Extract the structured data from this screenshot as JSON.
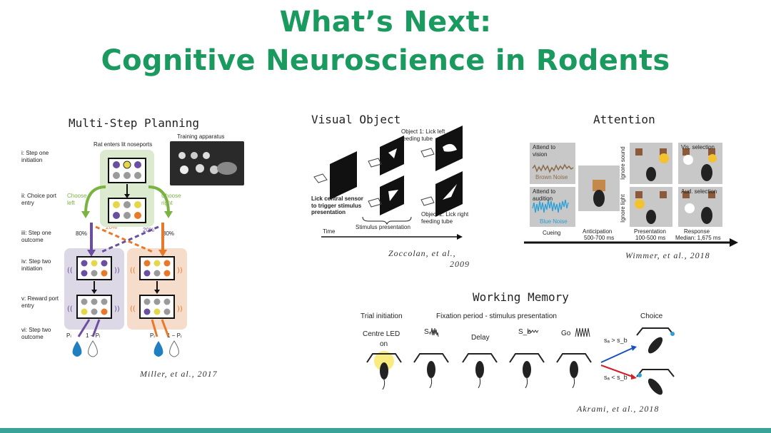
{
  "slide": {
    "title_line1": "What’s Next:",
    "title_line2": "Cognitive Neuroscience in Rodents"
  },
  "colors": {
    "title": "#1a9a5f",
    "bottom_bar": "#3aa398",
    "choose_left": "#7bb342",
    "purple": "#6a4fa0",
    "orange": "#e8792a",
    "blue_noise": "#2aa0d8"
  },
  "multistep": {
    "heading": "Multi-Step Planning",
    "training_label": "Training apparatus",
    "rat_enters": "Rat enters lit noseports",
    "steps": [
      "i: Step one initiation",
      "ii: Choice port entry",
      "iii: Step one outcome",
      "iv: Step two initiation",
      "v: Reward port entry",
      "vi: Step two outcome"
    ],
    "choose_left": "Choose left",
    "choose_right": "Choose right",
    "p80_left": "80%",
    "p20_left": "20%",
    "p20_right": "20%",
    "p80_right": "80%",
    "pl": "Pₗ",
    "one_minus_pl": "1 − Pₗ",
    "pr": "Pᵣ",
    "one_minus_pr": "1 − Pᵣ",
    "citation": "Miller, et al., 2017"
  },
  "visual": {
    "heading": "Visual Object",
    "lick_sensor": "Lick central sensor to trigger stimulus presentation",
    "object1": "Object 1: Lick left feeding tube",
    "object2": "Object 2: Lick right feeding tube",
    "stimulus": "Stimulus presentation",
    "time": "Time",
    "citation_line1": "Zoccolan, et al.,",
    "citation_line2": "2009"
  },
  "attention": {
    "heading": "Attention",
    "attend_vision": "Attend to vision",
    "brown_noise": "Brown Noise",
    "attend_audition": "Attend to audition",
    "blue_noise": "Blue Noise",
    "ignore_sound": "Ignore sound",
    "ignore_light": "Ignore light",
    "vis_selection": "Vis. selection",
    "aud_selection": "Aud. selection",
    "cueing": "Cueing",
    "anticipation": "Anticipation",
    "anticipation_time": "500-700 ms",
    "presentation": "Presentation",
    "presentation_time": "100-500 ms",
    "response": "Response",
    "response_time": "Median: 1,675 ms",
    "citation": "Wimmer, et al., 2018"
  },
  "working_memory": {
    "heading": "Working Memory",
    "trial_initiation": "Trial initiation",
    "fixation": "Fixation period - stimulus presentation",
    "choice": "Choice",
    "centre_led": "Centre LED",
    "on": "on",
    "sa": "Sₐ",
    "delay": "Delay",
    "sb": "S_b",
    "go": "Go",
    "sa_gt_sb": "sₐ > s_b",
    "sa_lt_sb": "sₐ < s_b",
    "citation": "Akrami, et al., 2018"
  }
}
